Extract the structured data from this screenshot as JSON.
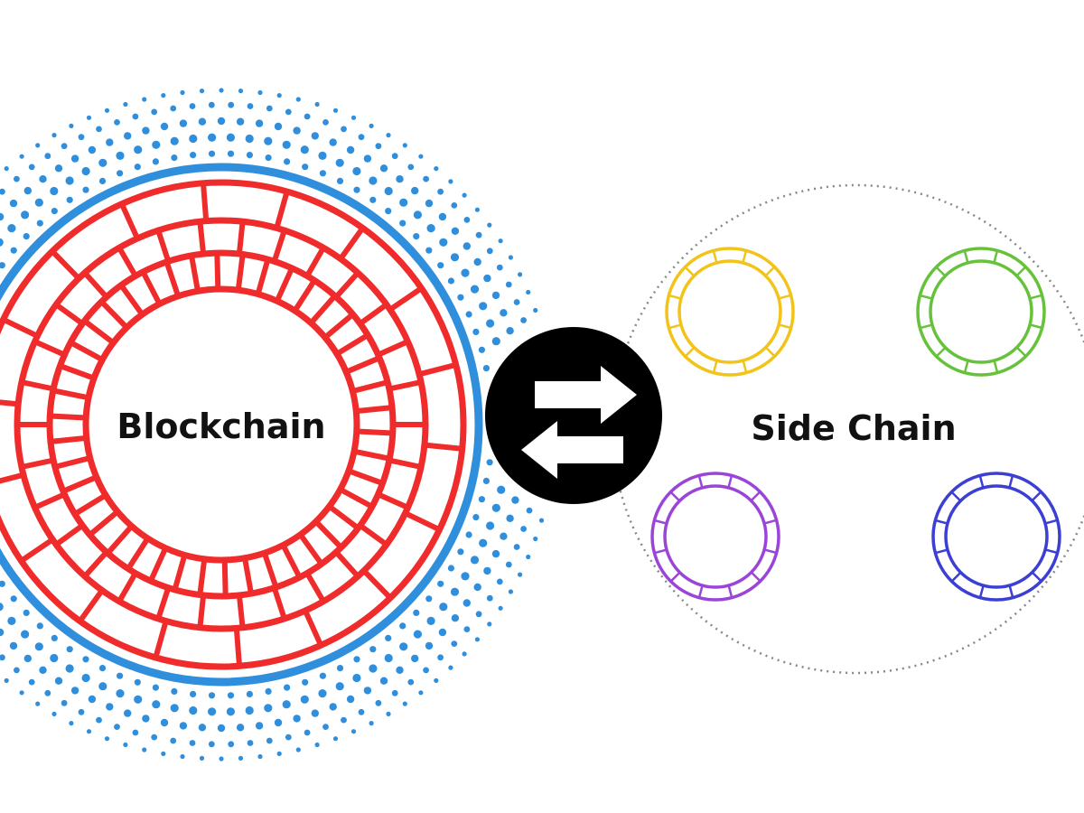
{
  "diagram": {
    "main_label": "Blockchain",
    "side_label": "Side Chain",
    "colors": {
      "main_chain": "#ef2b2b",
      "main_outline": "#2f8fdc",
      "dots": "#2f8fdc",
      "connector_fill": "#000000",
      "connector_arrows": "#ffffff",
      "side_boundary": "#888888"
    },
    "side_chains": [
      {
        "name": "yellow-chain",
        "color": "#f2c318"
      },
      {
        "name": "green-chain",
        "color": "#66c23a"
      },
      {
        "name": "purple-chain",
        "color": "#9b45d8"
      },
      {
        "name": "blue-chain",
        "color": "#3b3fd3"
      }
    ],
    "connector_icon": "bidirectional-arrows-icon"
  }
}
